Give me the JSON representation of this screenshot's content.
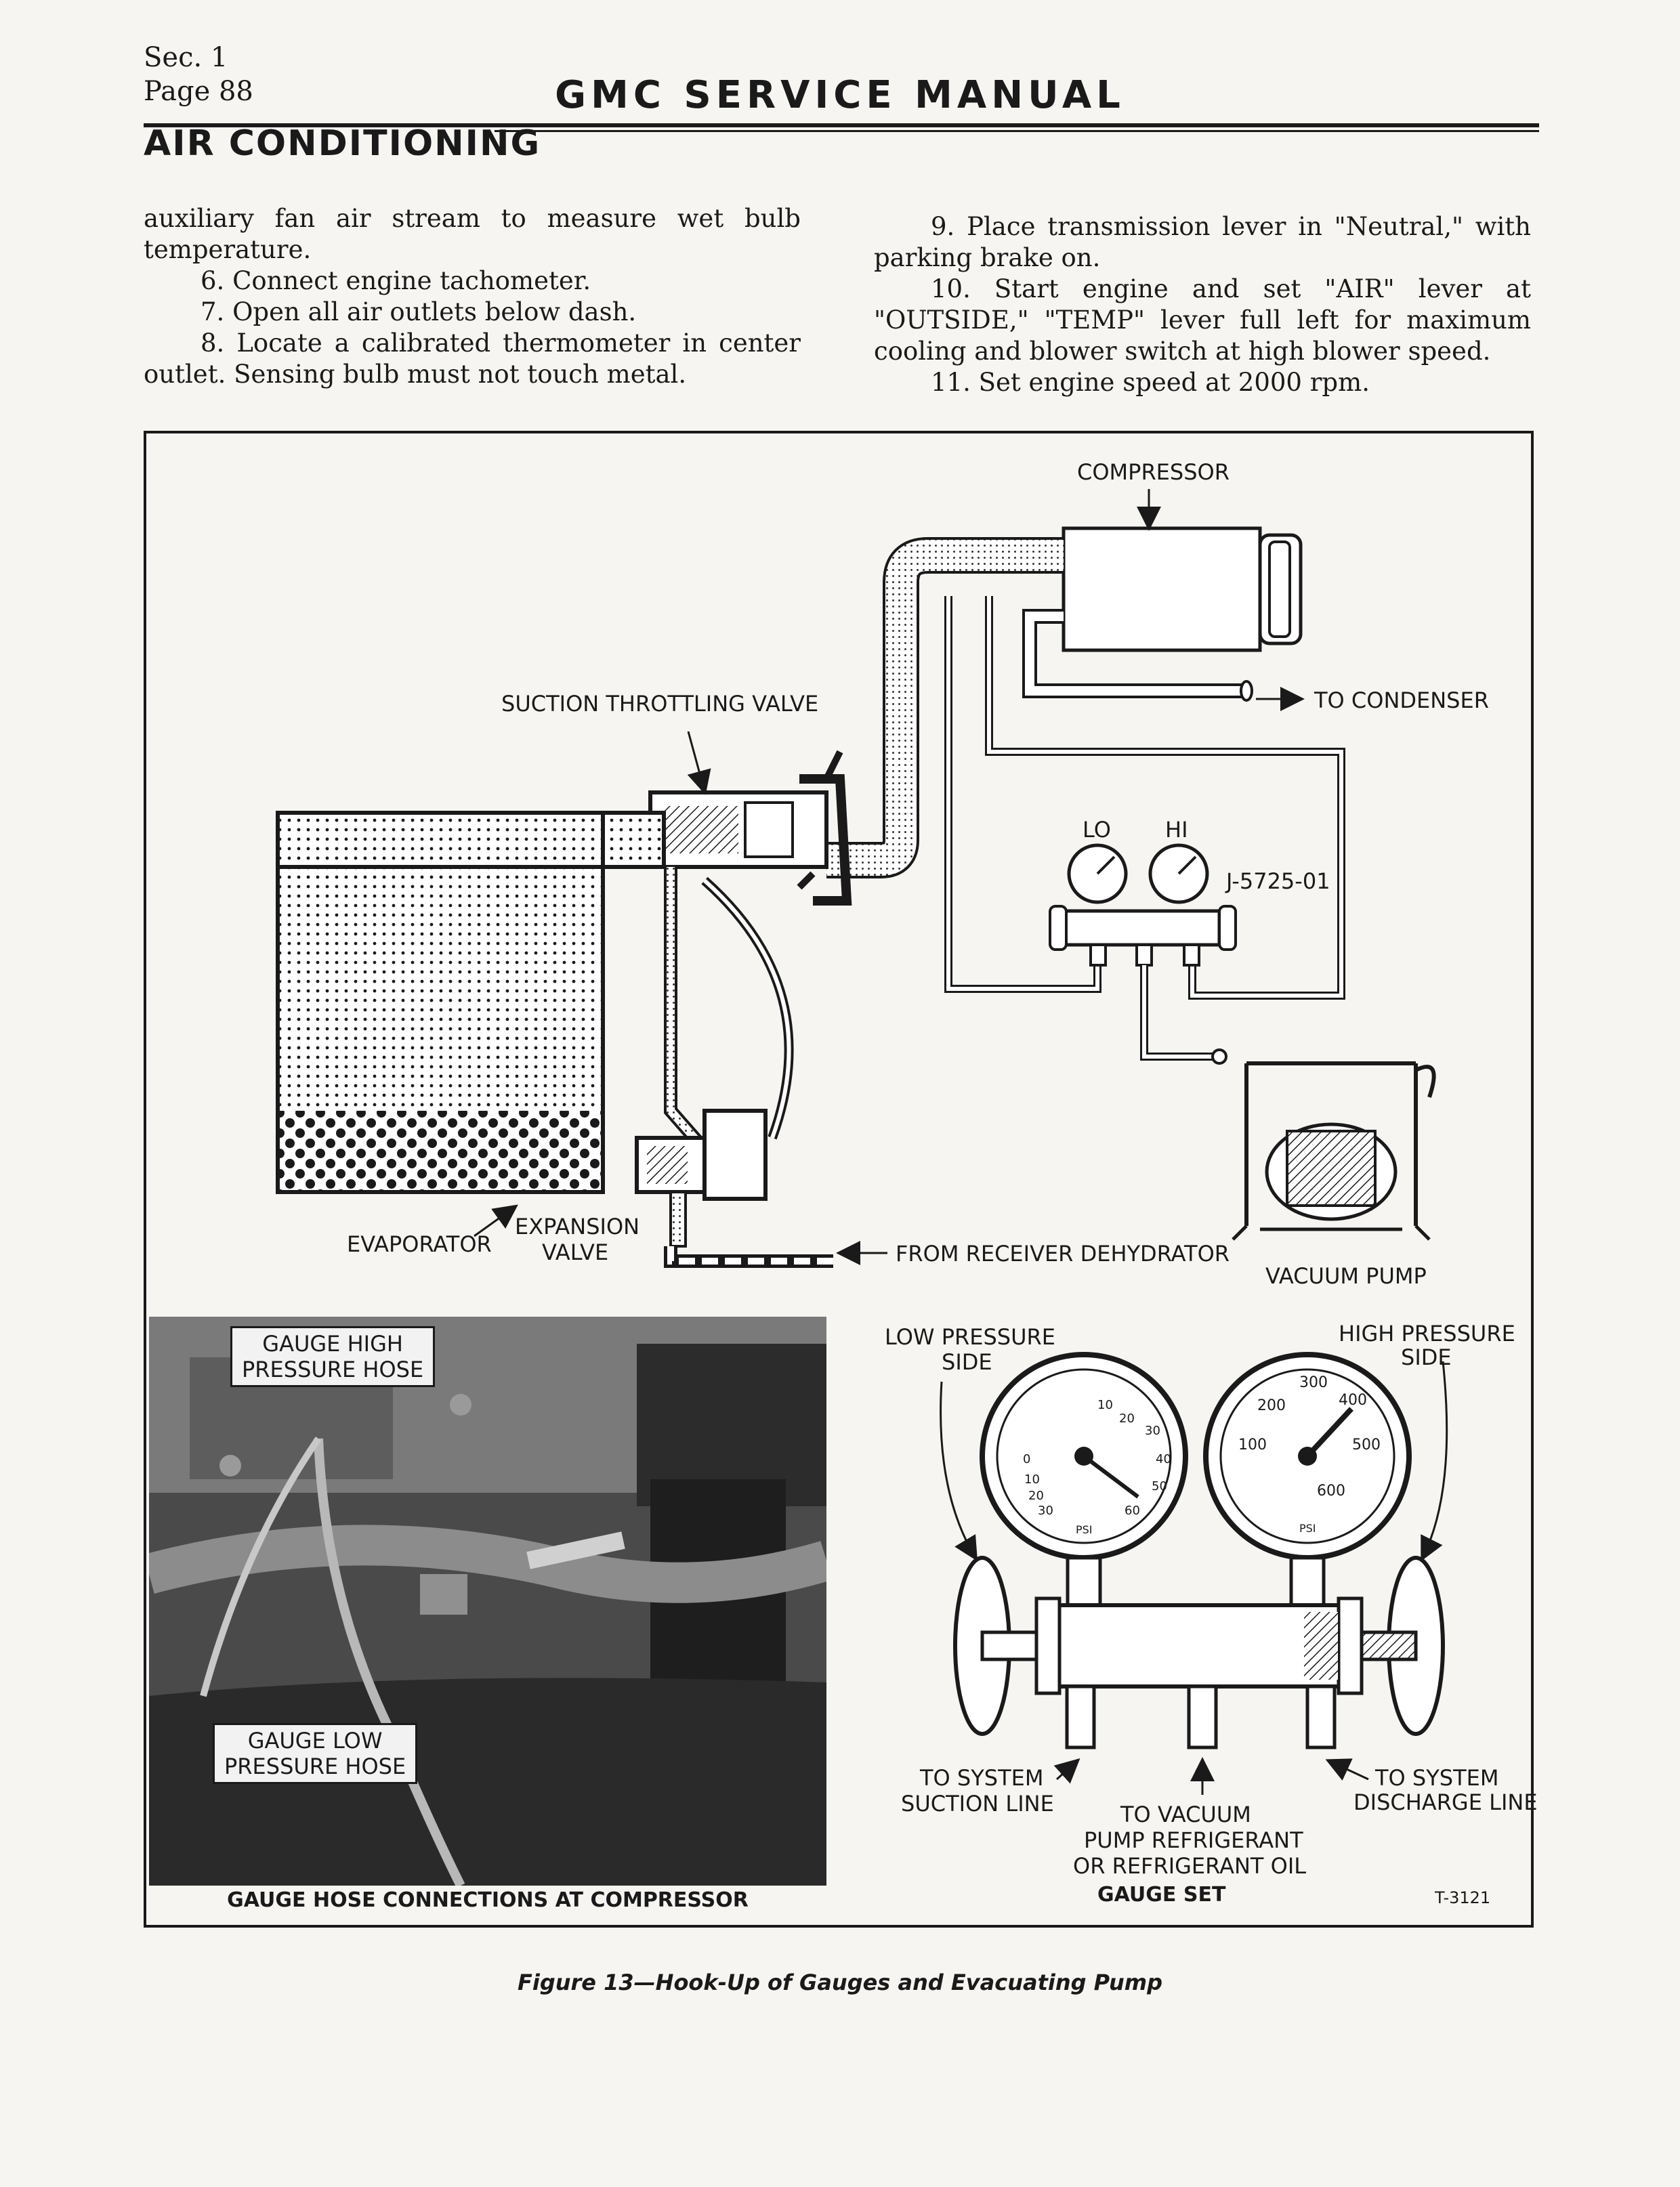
{
  "header": {
    "section": "Sec. 1",
    "page": "Page 88",
    "manual_title": "GMC SERVICE MANUAL",
    "section_title": "AIR CONDITIONING"
  },
  "left_column": [
    "auxiliary fan air stream to measure wet bulb temperature.",
    "6. Connect engine tachometer.",
    "7. Open all air outlets below dash.",
    "8. Locate a calibrated thermometer in center outlet. Sensing bulb must not touch metal."
  ],
  "right_column": [
    "9. Place transmission lever in \"Neutral,\" with parking brake on.",
    "10. Start engine and set \"AIR\" lever at \"OUTSIDE,\" \"TEMP\" lever full left for maximum cooling and blower switch at high blower speed.",
    "11. Set engine speed at 2000 rpm."
  ],
  "diagram": {
    "compressor": "COMPRESSOR",
    "to_condenser": "TO CONDENSER",
    "suction_valve": "SUCTION THROTTLING VALVE",
    "lo": "LO",
    "hi": "HI",
    "tool": "J-5725-01",
    "evaporator": "EVAPORATOR",
    "expansion_1": "EXPANSION",
    "expansion_2": "VALVE",
    "from_receiver": "FROM RECEIVER DEHYDRATOR",
    "vacuum_pump": "VACUUM PUMP"
  },
  "photo": {
    "callout_high_1": "GAUGE HIGH",
    "callout_high_2": "PRESSURE HOSE",
    "callout_low_1": "GAUGE LOW",
    "callout_low_2": "PRESSURE HOSE",
    "caption": "GAUGE HOSE CONNECTIONS AT COMPRESSOR"
  },
  "gauge_set": {
    "low_side_1": "LOW PRESSURE",
    "low_side_2": "SIDE",
    "high_side_1": "HIGH PRESSURE",
    "high_side_2": "SIDE",
    "low_ticks": [
      "10",
      "20",
      "30",
      "40",
      "50",
      "60",
      "0",
      "10",
      "20",
      "30"
    ],
    "high_ticks": [
      "100",
      "200",
      "300",
      "400",
      "500",
      "600"
    ],
    "psi": "PSI",
    "to_suction_1": "TO SYSTEM",
    "to_suction_2": "SUCTION LINE",
    "to_discharge_1": "TO SYSTEM",
    "to_discharge_2": "DISCHARGE LINE",
    "to_vacuum_1": "TO VACUUM",
    "to_vacuum_2": "PUMP REFRIGERANT",
    "to_vacuum_3": "OR REFRIGERANT OIL",
    "caption": "GAUGE SET",
    "code": "T-3121"
  },
  "figure_caption": "Figure 13—Hook-Up of Gauges and Evacuating Pump"
}
